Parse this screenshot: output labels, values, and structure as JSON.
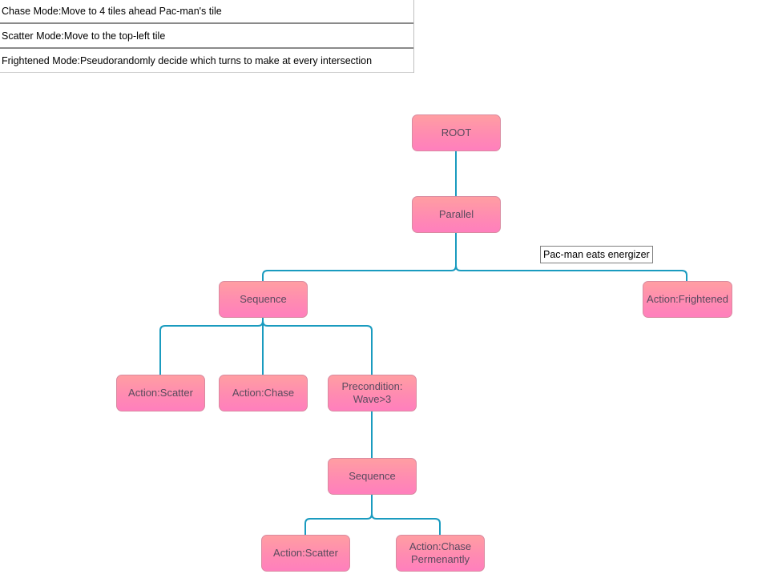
{
  "legend": {
    "rows": [
      "Chase Mode:Move to 4 tiles ahead Pac-man's tile",
      "Scatter Mode:Move to the top-left tile",
      "Frightened Mode:Pseudorandomly decide which turns to make at every intersection"
    ]
  },
  "tree": {
    "root": "ROOT",
    "parallel": "Parallel",
    "sequence_main": "Sequence",
    "frightened": "Action:Frightened",
    "edge_label": "Pac-man eats energizer",
    "action_scatter_1": "Action:Scatter",
    "action_chase": "Action:Chase",
    "precondition": "Precondition:\nWave>3",
    "sequence_sub": "Sequence",
    "action_scatter_2": "Action:Scatter",
    "action_chase_permanent": "Action:Chase\nPermenantly"
  },
  "colors": {
    "connector": "#1a9bbf",
    "node_top": "#ff9ea2",
    "node_bottom": "#ff7fbd",
    "node_text": "#5a4a5e"
  }
}
